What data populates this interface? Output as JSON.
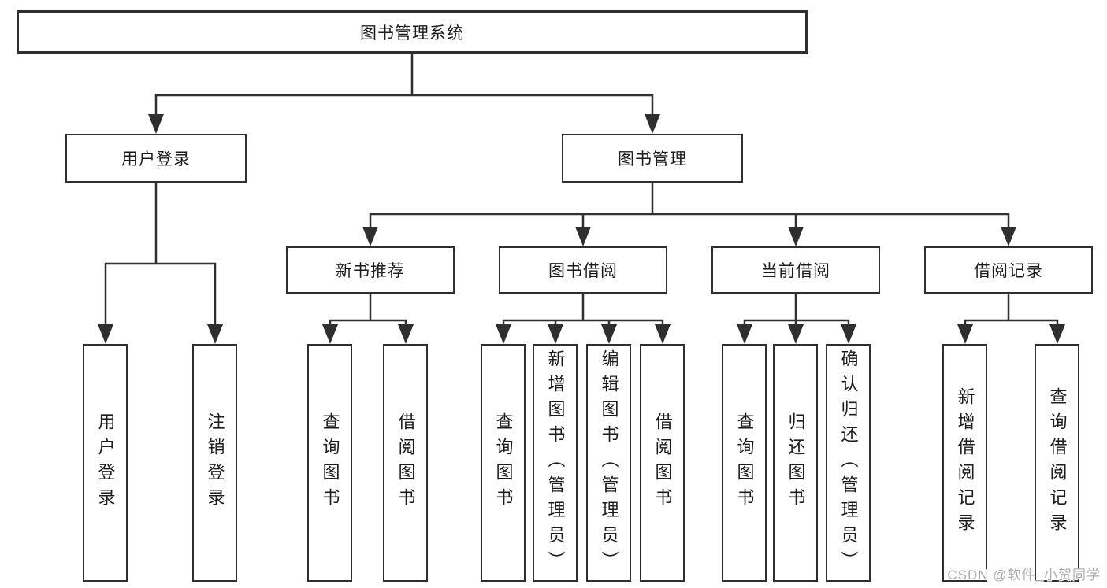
{
  "diagram": {
    "root": "图书管理系统",
    "branches": [
      {
        "label": "用户登录",
        "children": [
          "用户登录",
          "注销登录"
        ]
      },
      {
        "label": "图书管理",
        "sections": [
          {
            "label": "新书推荐",
            "children": [
              "查询图书",
              "借阅图书"
            ]
          },
          {
            "label": "图书借阅",
            "children": [
              "查询图书",
              "新增图书（管理员）",
              "编辑图书（管理员）",
              "借阅图书"
            ]
          },
          {
            "label": "当前借阅",
            "children": [
              "查询图书",
              "归还图书",
              "确认归还（管理员）"
            ]
          },
          {
            "label": "借阅记录",
            "children": [
              "新增借阅记录",
              "查询借阅记录"
            ]
          }
        ]
      }
    ]
  },
  "watermark": {
    "text": "CSDN @软件_小贺同学"
  },
  "colors": {
    "line": "#2f2f2f",
    "text": "#1c1c1c",
    "box_background": "#ffffff",
    "watermark": "#aeaeae"
  }
}
